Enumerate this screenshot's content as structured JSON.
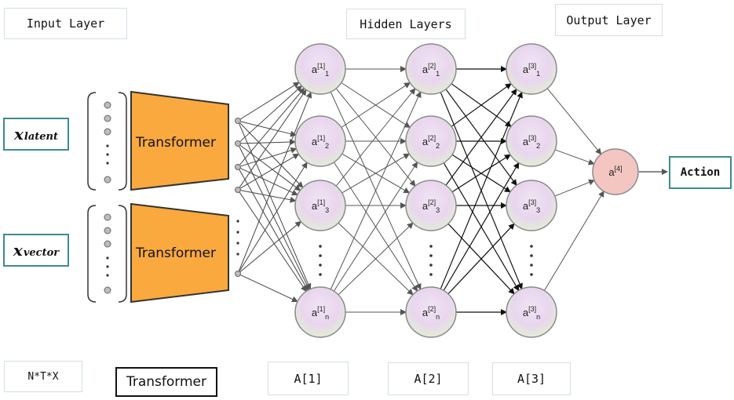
{
  "headers": {
    "input_layer": "Input Layer",
    "hidden_layers": "Hidden Layers",
    "output_layer": "Output Layer"
  },
  "inputs": {
    "latent_main": "x",
    "latent_sub": "latent",
    "vector_main": "x",
    "vector_sub": "vector"
  },
  "transformer_label": "Transformer",
  "hidden_layer_1": {
    "base": "a",
    "sup": "[1]",
    "subs": [
      "1",
      "2",
      "3",
      "n"
    ]
  },
  "hidden_layer_2": {
    "base": "a",
    "sup": "[2]",
    "subs": [
      "1",
      "2",
      "3",
      "n"
    ]
  },
  "hidden_layer_3": {
    "base": "a",
    "sup": "[3]",
    "subs": [
      "1",
      "2",
      "3",
      "n"
    ]
  },
  "output_node": {
    "base": "a",
    "sup": "[4]"
  },
  "action_label": "Action",
  "bottom": {
    "dims": "N*T*X",
    "transformer": "Transformer",
    "a1": "A[1]",
    "a2": "A[2]",
    "a3": "A[3]"
  },
  "colors": {
    "transformer_fill": "#F9A93E",
    "hidden_node_fill": "#E8D6EE",
    "output_node_fill": "#F3C6C2",
    "teal_border": "#3B8C92"
  }
}
